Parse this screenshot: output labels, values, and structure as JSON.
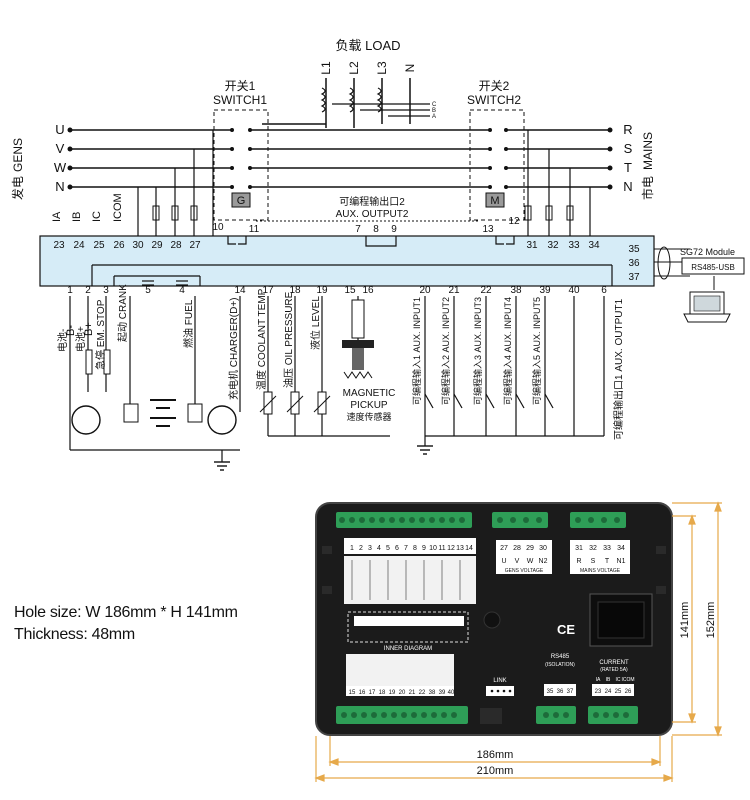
{
  "wiring": {
    "load_label": "负载 LOAD",
    "load_phases": [
      "L1",
      "L2",
      "L3",
      "N"
    ],
    "switch1_cn": "开关1",
    "switch1_en": "SWITCH1",
    "switch2_cn": "开关2",
    "switch2_en": "SWITCH2",
    "switch1_box": "G",
    "switch2_box": "M",
    "ct_labels": [
      "C",
      "B",
      "A"
    ],
    "gens_label_cn": "发电",
    "gens_label_en": "GENS",
    "mains_label_cn": "市电",
    "mains_label_en": "MAINS",
    "gens_phases": [
      "U",
      "V",
      "W",
      "N"
    ],
    "mains_phases": [
      "R",
      "S",
      "T",
      "N"
    ],
    "top_terminals": [
      "23",
      "24",
      "25",
      "26",
      "30",
      "29",
      "28",
      "27",
      "10",
      "11",
      "7",
      "8",
      "9",
      "13",
      "12",
      "31",
      "32",
      "33",
      "34"
    ],
    "current_labels": [
      "IA",
      "IB",
      "IC",
      "ICOM"
    ],
    "aux_output2_cn": "可编程输出口2",
    "aux_output2_en": "AUX. OUTPUT2",
    "right_terminals": [
      "35",
      "36",
      "37"
    ],
    "module_label": "SG72 Module",
    "usb_label": "RS485-USB",
    "bottom_terminals": [
      "1",
      "2",
      "3",
      "5",
      "4",
      "14",
      "17",
      "18",
      "19",
      "15",
      "16",
      "20",
      "21",
      "22",
      "38",
      "39",
      "40",
      "6"
    ],
    "battery_neg": "B-",
    "battery_pos": "B+",
    "battery_neg_cn": "电池-",
    "battery_pos_cn": "电池+",
    "em_stop": "急停 EM. STOP",
    "crank": "起动 CRANK",
    "fuel": "燃油 FUEL",
    "charger": "充电机 CHARGER(D+)",
    "coolant": "温度 COOLANT TEMP",
    "oil": "油压 OIL PRESSURE",
    "level": "液位 LEVEL",
    "pickup_1": "MAGNETIC",
    "pickup_2": "PICKUP",
    "pickup_cn": "速度传感器",
    "aux_inputs": [
      "可编程输入1 AUX. INPUT1",
      "可编程输入2 AUX. INPUT2",
      "可编程输入3 AUX. INPUT3",
      "可编程输入4 AUX. INPUT4",
      "可编程输入5 AUX. INPUT5"
    ],
    "aux_output1": "可编程输出口1 AUX. OUTPUT1"
  },
  "notes": {
    "hole_size": "Hole size: W 186mm * H 141mm",
    "thickness": "Thickness: 48mm"
  },
  "panel": {
    "top_left_terminals": [
      "1",
      "2",
      "3",
      "4",
      "5",
      "6",
      "7",
      "8",
      "9",
      "10",
      "11",
      "12",
      "13",
      "14"
    ],
    "gens_terms": [
      "27",
      "28",
      "29",
      "30"
    ],
    "gens_phase_labels": [
      "U",
      "V",
      "W",
      "N2"
    ],
    "gens_voltage": "GENS VOLTAGE",
    "mains_terms": [
      "31",
      "32",
      "33",
      "34"
    ],
    "mains_phase_labels": [
      "R",
      "S",
      "T",
      "N1"
    ],
    "mains_voltage": "MAINS VOLTAGE",
    "inner_diagram": "INNER DIAGRAM",
    "ce_mark": "CE",
    "rs485_title": "RS485",
    "rs485_sub": "(ISOLATION)",
    "rs485_terms": [
      "35",
      "36",
      "37"
    ],
    "link_label": "LINK",
    "current_title": "CURRENT",
    "current_sub": "(RATED 5A)",
    "current_terms": [
      "23",
      "24",
      "25",
      "26"
    ],
    "current_term_labels": [
      "IA",
      "IB",
      "IC",
      "ICOM"
    ],
    "bottom_terms": [
      "15",
      "16",
      "17",
      "18",
      "19",
      "20",
      "21",
      "22",
      "38",
      "39",
      "40"
    ]
  },
  "dimensions": {
    "width_inner": "186mm",
    "width_outer": "210mm",
    "height_inner": "141mm",
    "height_outer": "152mm"
  },
  "colors": {
    "controller_fill": "#d6ecf7",
    "panel_body": "#1b1b1b",
    "terminal_green": "#2e9e57",
    "dim_line": "#e6a94a"
  }
}
